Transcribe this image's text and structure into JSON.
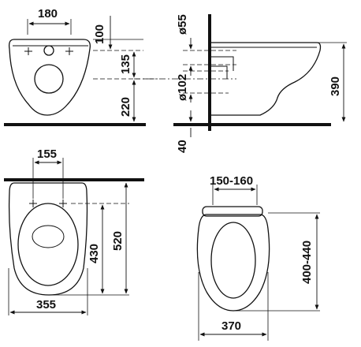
{
  "colors": {
    "ink": "#111111",
    "background": "#ffffff"
  },
  "front_view": {
    "dim_width_top": "180",
    "dim_drain_height": "100",
    "dim_waste_offset": "135",
    "dim_waste_height": "220"
  },
  "side_view": {
    "dim_inlet_diameter": "ø55",
    "dim_waste_diameter": "ø102",
    "dim_base_offset": "40",
    "dim_height": "390"
  },
  "top_view": {
    "dim_bolt_spacing": "155",
    "dim_inner_length": "430",
    "dim_total_length": "520",
    "dim_width": "355"
  },
  "seat_view": {
    "dim_hinge_spacing": "150-160",
    "dim_seat_length": "400-440",
    "dim_seat_width": "370"
  }
}
